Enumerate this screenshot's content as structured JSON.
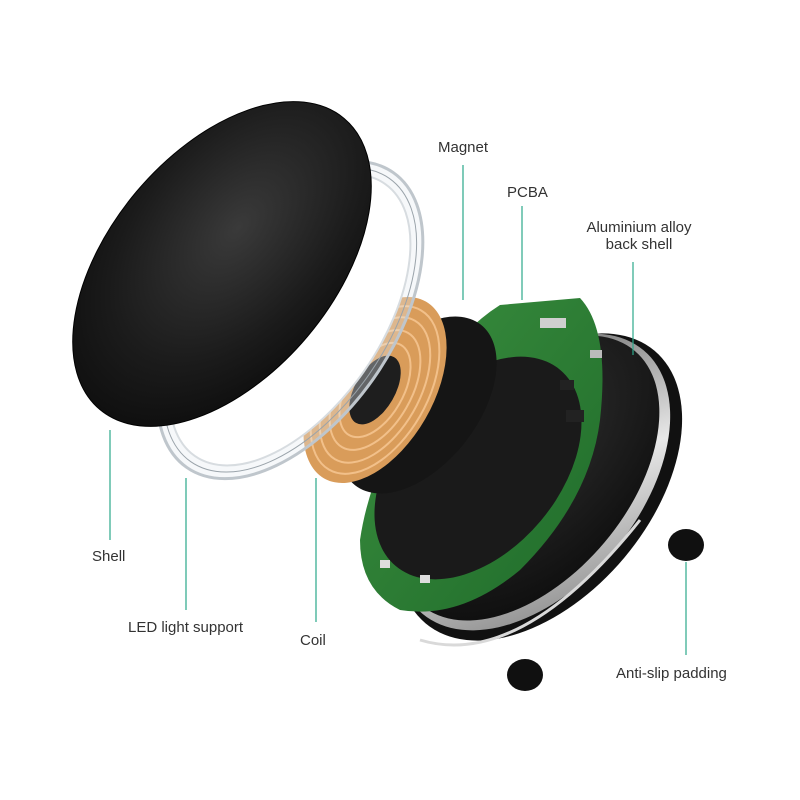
{
  "diagram": {
    "accent_color": "#2aa88a",
    "labels": {
      "magnet": "Magnet",
      "pcba": "PCBA",
      "aluminium_line1": "Aluminium alloy",
      "aluminium_line2": "back shell",
      "shell": "Shell",
      "led_support": "LED light support",
      "coil": "Coil",
      "anti_slip": "Anti-slip padding"
    },
    "parts": [
      {
        "name": "Shell",
        "icon": "black-disc"
      },
      {
        "name": "LED light support",
        "icon": "clear-ring"
      },
      {
        "name": "Coil",
        "icon": "copper-coil"
      },
      {
        "name": "Magnet",
        "icon": "black-disc"
      },
      {
        "name": "PCBA",
        "icon": "green-circuit-board"
      },
      {
        "name": "Aluminium alloy back shell",
        "icon": "black-disc-with-silver-rim"
      },
      {
        "name": "Anti-slip padding",
        "icon": "small-black-pads"
      }
    ]
  }
}
